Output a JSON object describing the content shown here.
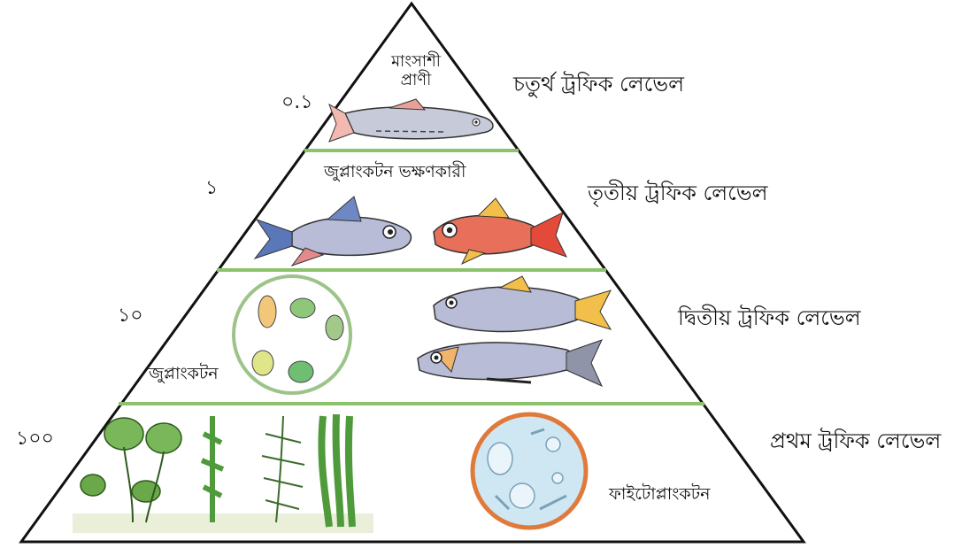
{
  "levels": [
    {
      "value": "০.১",
      "name": "চতুর্থ ট্রফিক লেভেল",
      "organism": "মাংসাশী\nপ্রাণী"
    },
    {
      "value": "১",
      "name": "তৃতীয় ট্রফিক লেভেল",
      "organism": "জুপ্লাংকটন ভক্ষণকারী"
    },
    {
      "value": "১০",
      "name": "দ্বিতীয় ট্রফিক লেভেল",
      "organism": "জুপ্লাংকটন"
    },
    {
      "value": "১০০",
      "name": "প্রথম ট্রফিক লেভেল",
      "organism": "ফাইটোপ্লাংকটন"
    }
  ],
  "colors": {
    "outline": "#111111",
    "divider": "#8cc26b",
    "phyto_ring": "#e07a3a",
    "phyto_fill": "#cfe7f2",
    "zoo_ring": "#9cc489",
    "plants": "#4f9a3a",
    "fish_body": "#b8bcd6",
    "fish_red": "#e8705a"
  },
  "icons": [
    "carnivore-fish-icon",
    "zooplankton-eater-fish-icon",
    "zooplankton-circle-icon",
    "phytoplankton-circle-icon",
    "aquatic-plants-icon"
  ]
}
